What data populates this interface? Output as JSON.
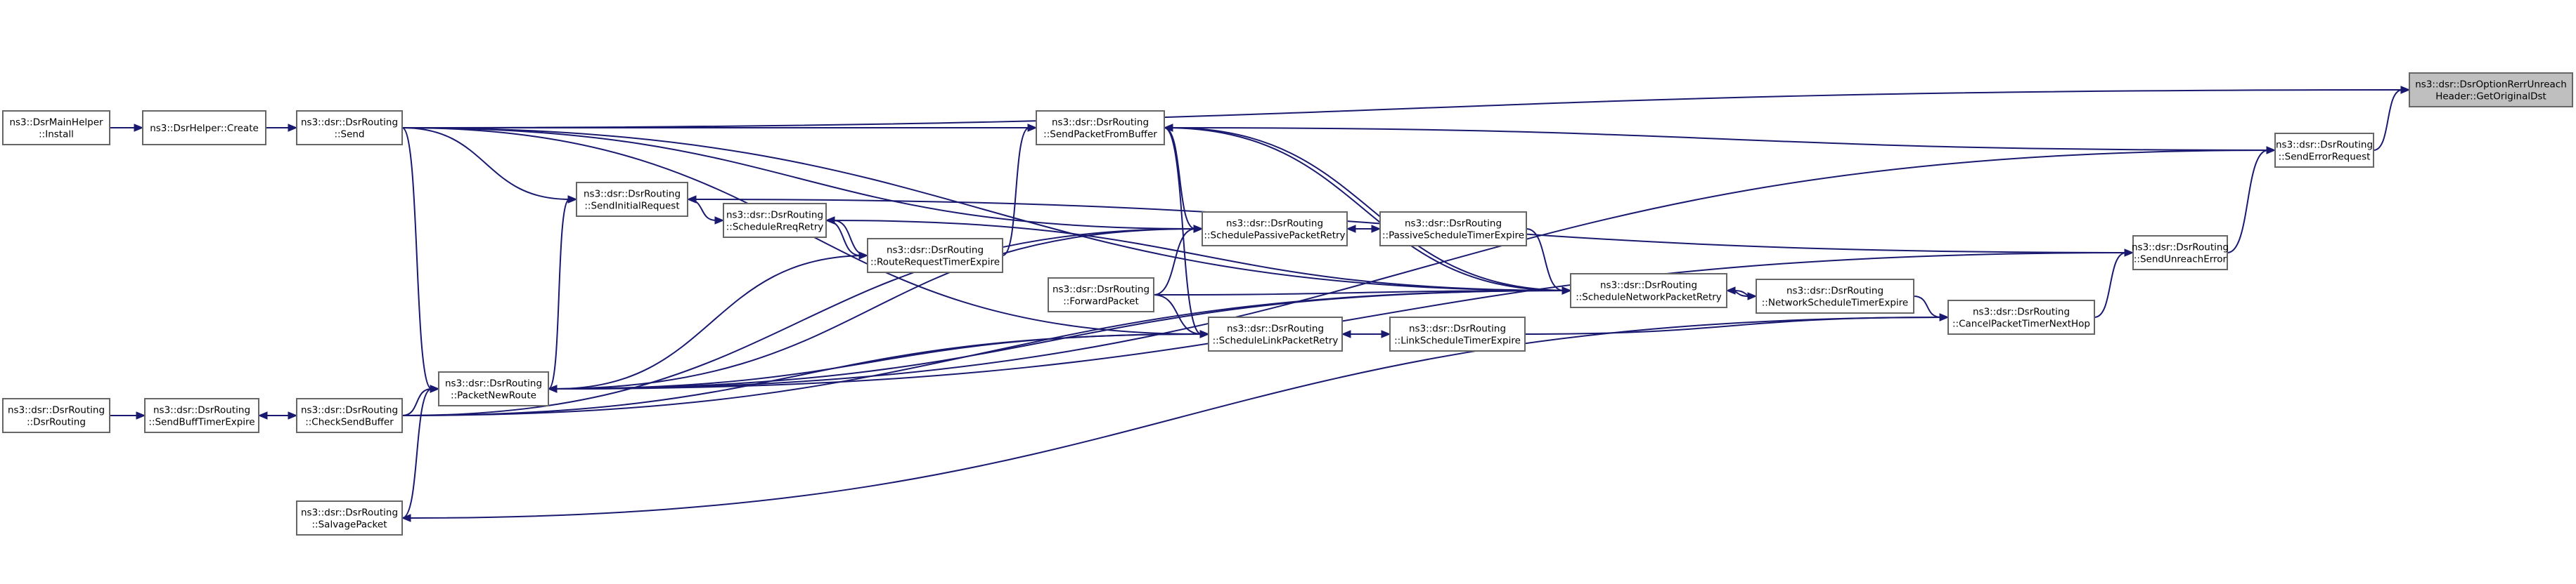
{
  "diagram": {
    "nodes": [
      {
        "id": "getoriginaldst",
        "lines": [
          "ns3::dsr::DsrOptionRerrUnreach",
          "Header::GetOriginalDst"
        ],
        "highlight": true
      },
      {
        "id": "senderrorrequest",
        "lines": [
          "ns3::dsr::DsrRouting",
          "::SendErrorRequest"
        ]
      },
      {
        "id": "sendunreacherror",
        "lines": [
          "ns3::dsr::DsrRouting",
          "::SendUnreachError"
        ]
      },
      {
        "id": "cancelpackettimernexthop",
        "lines": [
          "ns3::dsr::DsrRouting",
          "::CancelPacketTimerNextHop"
        ]
      },
      {
        "id": "networkscheduletimerexpire",
        "lines": [
          "ns3::dsr::DsrRouting",
          "::NetworkScheduleTimerExpire"
        ]
      },
      {
        "id": "schedulenetworkpacketretry",
        "lines": [
          "ns3::dsr::DsrRouting",
          "::ScheduleNetworkPacketRetry"
        ]
      },
      {
        "id": "passivescheduletimerexpire",
        "lines": [
          "ns3::dsr::DsrRouting",
          "::PassiveScheduleTimerExpire"
        ]
      },
      {
        "id": "linkscheduletimerexpire",
        "lines": [
          "ns3::dsr::DsrRouting",
          "::LinkScheduleTimerExpire"
        ]
      },
      {
        "id": "schedulepassivepacketretry",
        "lines": [
          "ns3::dsr::DsrRouting",
          "::SchedulePassivePacketRetry"
        ]
      },
      {
        "id": "schedulelinkpacketretry",
        "lines": [
          "ns3::dsr::DsrRouting",
          "::ScheduleLinkPacketRetry"
        ]
      },
      {
        "id": "sendpacketfrombuffer",
        "lines": [
          "ns3::dsr::DsrRouting",
          "::SendPacketFromBuffer"
        ]
      },
      {
        "id": "forwardpacket",
        "lines": [
          "ns3::dsr::DsrRouting",
          "::ForwardPacket"
        ]
      },
      {
        "id": "routerequesttimerexpire",
        "lines": [
          "ns3::dsr::DsrRouting",
          "::RouteRequestTimerExpire"
        ]
      },
      {
        "id": "schedulereqretry",
        "lines": [
          "ns3::dsr::DsrRouting",
          "::ScheduleRreqRetry"
        ]
      },
      {
        "id": "sendinitialrequest",
        "lines": [
          "ns3::dsr::DsrRouting",
          "::SendInitialRequest"
        ]
      },
      {
        "id": "packetnewroute",
        "lines": [
          "ns3::dsr::DsrRouting",
          "::PacketNewRoute"
        ]
      },
      {
        "id": "send",
        "lines": [
          "ns3::dsr::DsrRouting",
          "::Send"
        ]
      },
      {
        "id": "checksendbuffer",
        "lines": [
          "ns3::dsr::DsrRouting",
          "::CheckSendBuffer"
        ]
      },
      {
        "id": "salvagepacket",
        "lines": [
          "ns3::dsr::DsrRouting",
          "::SalvagePacket"
        ]
      },
      {
        "id": "dsrhelpercreate",
        "lines": [
          "ns3::DsrHelper::Create"
        ]
      },
      {
        "id": "dsrmainhelperinstall",
        "lines": [
          "ns3::DsrMainHelper",
          "::Install"
        ]
      },
      {
        "id": "sendbufftimerexpire",
        "lines": [
          "ns3::dsr::DsrRouting",
          "::SendBuffTimerExpire"
        ]
      },
      {
        "id": "dsrrouting",
        "lines": [
          "ns3::dsr::DsrRouting",
          "::DsrRouting"
        ]
      }
    ],
    "edges": [
      [
        "senderrorrequest",
        "getoriginaldst"
      ],
      [
        "send",
        "getoriginaldst"
      ],
      [
        "sendunreacherror",
        "senderrorrequest"
      ],
      [
        "cancelpackettimernexthop",
        "sendunreacherror"
      ],
      [
        "networkscheduletimerexpire",
        "cancelpackettimernexthop"
      ],
      [
        "linkscheduletimerexpire",
        "cancelpackettimernexthop"
      ],
      [
        "schedulenetworkpacketretry",
        "networkscheduletimerexpire"
      ],
      [
        "networkscheduletimerexpire",
        "schedulenetworkpacketretry"
      ],
      [
        "passivescheduletimerexpire",
        "schedulenetworkpacketretry"
      ],
      [
        "forwardpacket",
        "schedulenetworkpacketretry"
      ],
      [
        "packetnewroute",
        "schedulenetworkpacketretry"
      ],
      [
        "sendpacketfrombuffer",
        "schedulenetworkpacketretry"
      ],
      [
        "send",
        "schedulenetworkpacketretry"
      ],
      [
        "checksendbuffer",
        "schedulenetworkpacketretry"
      ],
      [
        "schedulepassivepacketretry",
        "passivescheduletimerexpire"
      ],
      [
        "passivescheduletimerexpire",
        "schedulepassivepacketretry"
      ],
      [
        "schedulelinkpacketretry",
        "linkscheduletimerexpire"
      ],
      [
        "linkscheduletimerexpire",
        "schedulelinkpacketretry"
      ],
      [
        "forwardpacket",
        "schedulepassivepacketretry"
      ],
      [
        "sendpacketfrombuffer",
        "schedulepassivepacketretry"
      ],
      [
        "send",
        "schedulepassivepacketretry"
      ],
      [
        "packetnewroute",
        "schedulepassivepacketretry"
      ],
      [
        "checksendbuffer",
        "schedulepassivepacketretry"
      ],
      [
        "forwardpacket",
        "schedulelinkpacketretry"
      ],
      [
        "sendpacketfrombuffer",
        "schedulelinkpacketretry"
      ],
      [
        "send",
        "schedulelinkpacketretry"
      ],
      [
        "packetnewroute",
        "schedulelinkpacketretry"
      ],
      [
        "checksendbuffer",
        "schedulelinkpacketretry"
      ],
      [
        "routerequesttimerexpire",
        "sendpacketfrombuffer"
      ],
      [
        "senderrorrequest",
        "sendpacketfrombuffer"
      ],
      [
        "send",
        "sendpacketfrombuffer"
      ],
      [
        "schedulenetworkpacketretry",
        "sendpacketfrombuffer"
      ],
      [
        "routerequesttimerexpire",
        "schedulereqretry"
      ],
      [
        "schedulereqretry",
        "routerequesttimerexpire"
      ],
      [
        "sendinitialrequest",
        "schedulereqretry"
      ],
      [
        "send",
        "sendinitialrequest"
      ],
      [
        "packetnewroute",
        "sendinitialrequest"
      ],
      [
        "sendunreacherror",
        "sendinitialrequest"
      ],
      [
        "schedulenetworkpacketretry",
        "schedulereqretry"
      ],
      [
        "dsrhelpercreate",
        "send"
      ],
      [
        "dsrmainhelperinstall",
        "dsrhelpercreate"
      ],
      [
        "send",
        "packetnewroute"
      ],
      [
        "checksendbuffer",
        "packetnewroute"
      ],
      [
        "salvagepacket",
        "packetnewroute"
      ],
      [
        "routerequesttimerexpire",
        "packetnewroute"
      ],
      [
        "senderrorrequest",
        "packetnewroute"
      ],
      [
        "sendunreacherror",
        "packetnewroute"
      ],
      [
        "sendbufftimerexpire",
        "checksendbuffer"
      ],
      [
        "checksendbuffer",
        "sendbufftimerexpire"
      ],
      [
        "dsrrouting",
        "sendbufftimerexpire"
      ],
      [
        "cancelpackettimernexthop",
        "salvagepacket"
      ]
    ]
  }
}
